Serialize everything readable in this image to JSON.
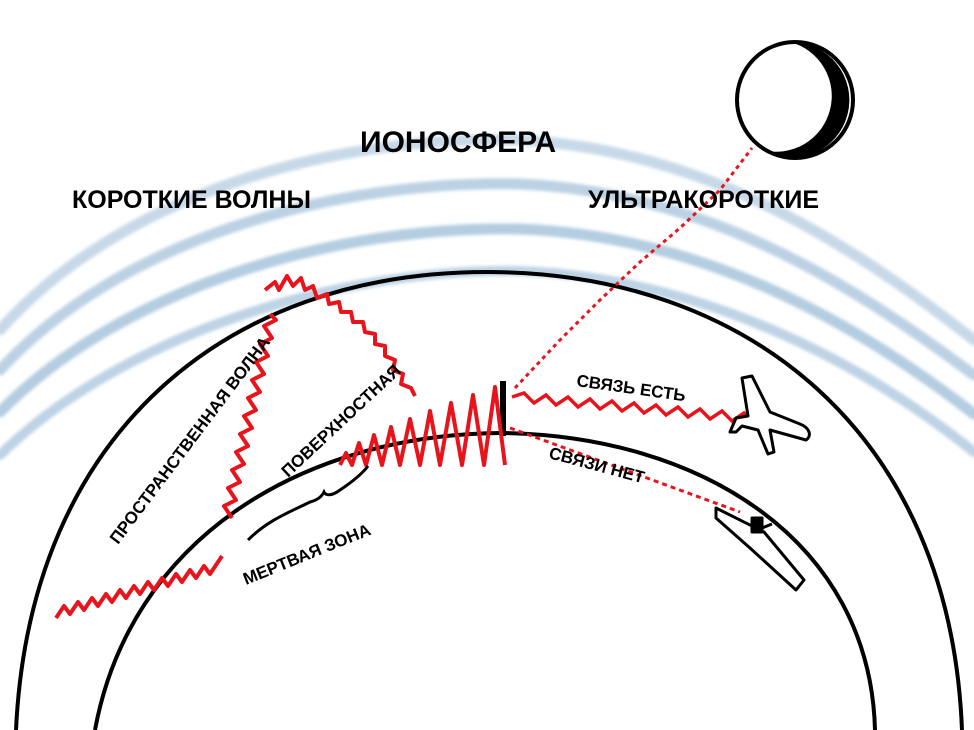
{
  "labels": {
    "ionosphere": "ИОНОСФЕРА",
    "short_waves": "КОРОТКИЕ ВОЛНЫ",
    "ultrashort": "УЛЬТРАКОРОТКИЕ",
    "sky_wave": "ПРОСТРАНСТВЕННАЯ ВОЛНА",
    "ground_wave": "ПОВЕРХНОСТНАЯ",
    "dead_zone": "МЕРТВАЯ ЗОНА",
    "link_yes": "СВЯЗЬ ЕСТЬ",
    "link_no": "СВЯЗИ НЕТ"
  },
  "colors": {
    "wave": "#e8141b",
    "ink": "#000000",
    "ionosphere_band": "#b9cfe0"
  },
  "icons": {
    "moon": "crescent-moon-icon",
    "airplane": "airplane-icon",
    "ship": "ship-icon",
    "antenna": "antenna-mast-icon"
  }
}
